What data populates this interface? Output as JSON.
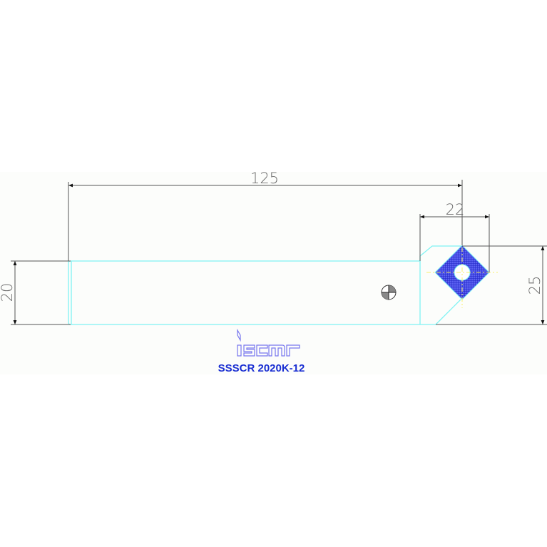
{
  "drawing": {
    "title": "SSSCR 2020K-12",
    "brand_logo": "iscar",
    "dimensions": {
      "overall_length": "125",
      "head_width": "22",
      "overall_height": "25",
      "shank_height": "20"
    },
    "colors": {
      "outline": "#7ff3f3",
      "dimension_line": "#555555",
      "insert_fill": "#3f46e6",
      "center_line": "#f7f06a",
      "title_text": "#1a2fd2",
      "logo": "#7777ee",
      "background_band": "#fcfdfb"
    },
    "symbols": {
      "center_of_gravity": "center-of-gravity-icon"
    }
  }
}
